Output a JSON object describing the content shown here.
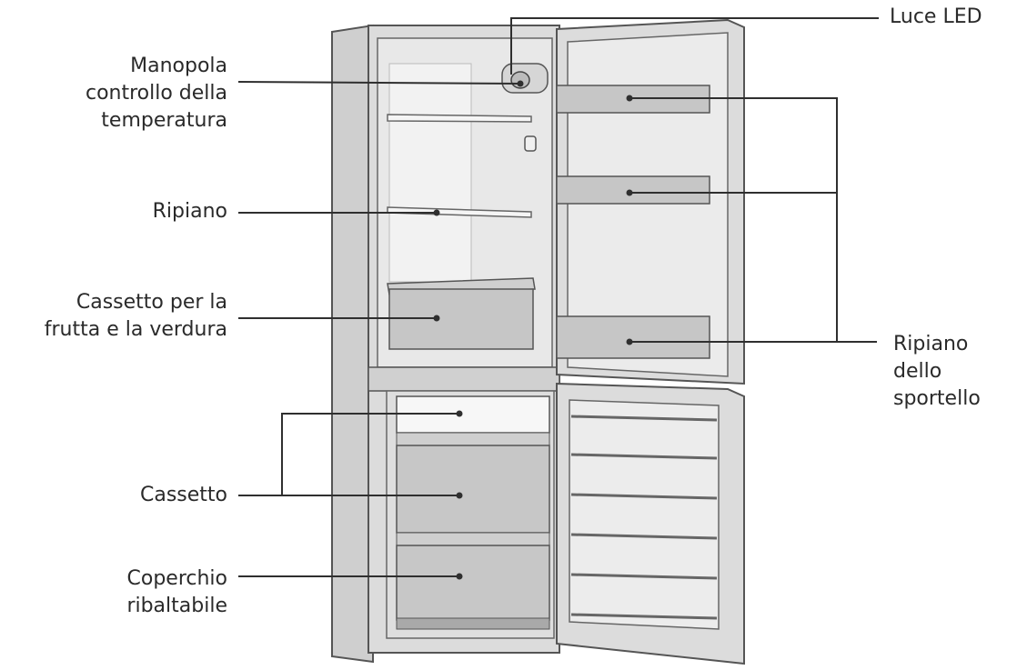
{
  "colors": {
    "line": "#2f2f2f",
    "outline": "#555555",
    "body": "#d9d9d9",
    "interior": "#e6e6e6",
    "drawer": "#c8c8c8",
    "white": "#fafafa"
  },
  "labels": {
    "luce_led": "Luce LED",
    "manopola_line1": "Manopola",
    "manopola_line2": "controllo della",
    "manopola_line3": "temperatura",
    "ripiano": "Ripiano",
    "cassetto_frutta_line1": "Cassetto per la",
    "cassetto_frutta_line2": "frutta e la verdura",
    "ripiano_sportello_line1": "Ripiano",
    "ripiano_sportello_line2": "dello",
    "ripiano_sportello_line3": "sportello",
    "cassetto": "Cassetto",
    "coperchio_line1": "Coperchio",
    "coperchio_line2": "ribaltabile"
  }
}
